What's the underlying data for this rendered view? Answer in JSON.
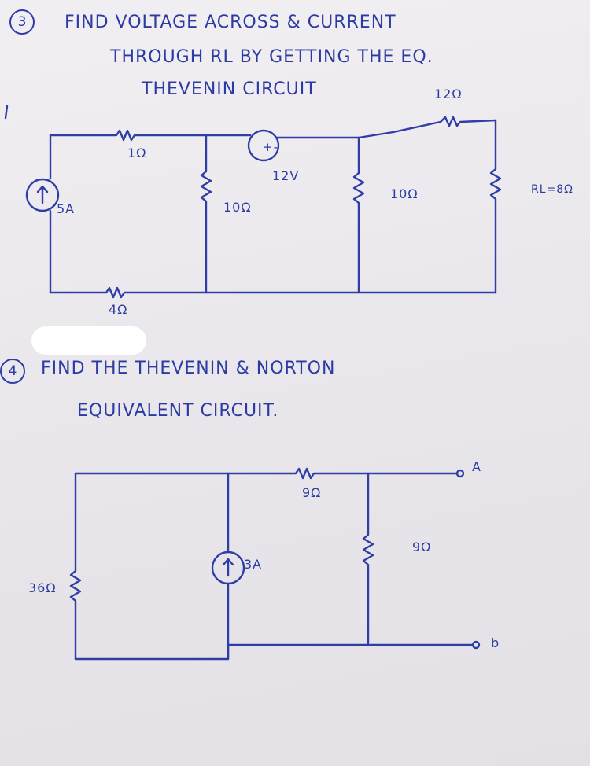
{
  "problem3": {
    "number": "3",
    "line1": "FIND VOLTAGE ACROSS & CURRENT",
    "line2": "THROUGH RL BY GETTING THE EQ.",
    "line3": "THEVENIN CIRCUIT",
    "labels": {
      "r_top_left": "1Ω",
      "source_current": "5A",
      "r_bottom": "4Ω",
      "r_mid1": "10Ω",
      "v_source": "12V",
      "v_source_polarity": "+-",
      "r_mid2": "10Ω",
      "r_top_right": "12Ω",
      "r_load": "RL=8Ω"
    }
  },
  "problem4": {
    "number": "4",
    "line1": "FIND THE THEVENIN & NORTON",
    "line2": "EQUIVALENT CIRCUIT.",
    "labels": {
      "r_left": "36Ω",
      "source_current": "3A",
      "r_top": "9Ω",
      "r_right": "9Ω",
      "terminal_a": "A",
      "terminal_b": "b"
    }
  },
  "colors": {
    "ink": "#2f3ea6",
    "paper": "#ebe9ec"
  }
}
